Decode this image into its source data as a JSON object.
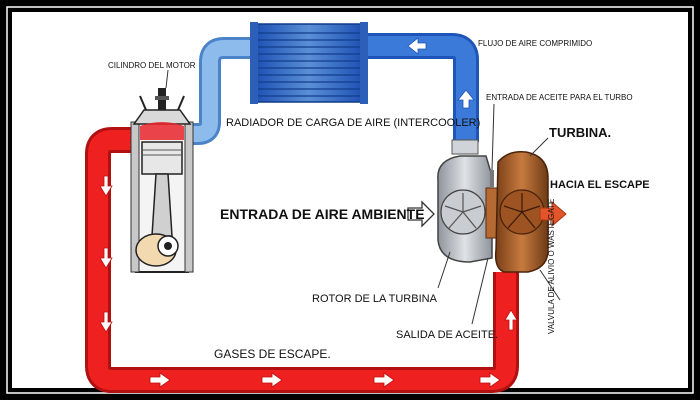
{
  "labels": {
    "engine_cylinder": "CILINDRO DEL MOTOR",
    "intercooler": "RADIADOR DE CARGA DE AIRE (INTERCOOLER)",
    "compressed_air_flow": "FLUJO DE AIRE COMPRIMIDO",
    "oil_inlet": "ENTRADA DE ACEITE PARA EL TURBO",
    "turbine": "TURBINA.",
    "to_exhaust": "HACIA EL ESCAPE",
    "ambient_air_inlet": "ENTRADA DE AIRE AMBIENTE",
    "turbine_rotor": "ROTOR DE LA TURBINA",
    "oil_outlet": "SALIDA DE ACEITE.",
    "wastegate_valve": "VALVULA DE ALIVIO O WASTEGATE",
    "exhaust_gases": "GASES DE ESCAPE."
  },
  "colors": {
    "intake_pipe": "#7fb2e5",
    "intake_pipe_dark": "#1e5fc2",
    "exhaust_pipe": "#e81818",
    "turbine_housing": "#b3602a",
    "compressor_housing": "#b8bcc2",
    "frame": "#000000"
  }
}
